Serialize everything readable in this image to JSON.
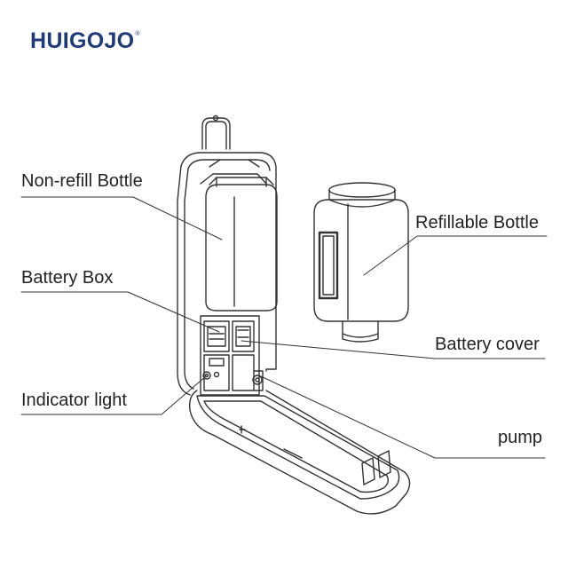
{
  "brand": {
    "name": "HUIGOJO",
    "mark": "®",
    "color": "#1f3a78"
  },
  "labels": {
    "non_refill_bottle": "Non-refill Bottle",
    "refillable_bottle": "Refillable Bottle",
    "battery_box": "Battery Box",
    "battery_cover": "Battery cover",
    "indicator_light": "Indicator light",
    "pump": "pump"
  },
  "line_color": "#333333"
}
